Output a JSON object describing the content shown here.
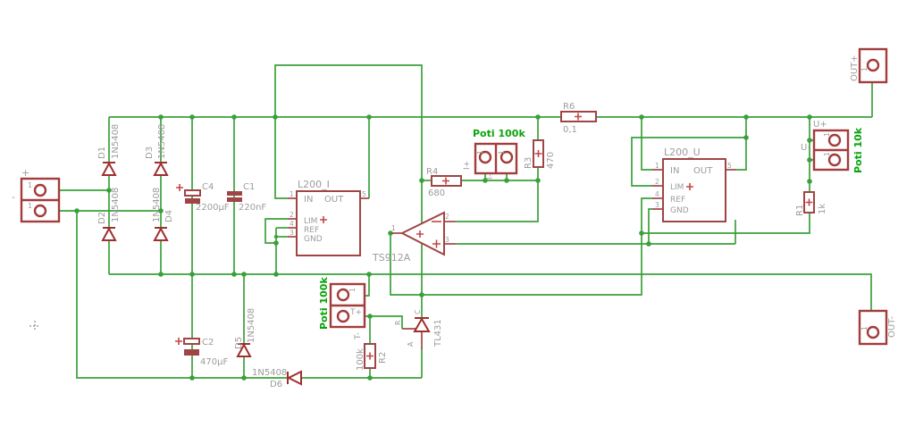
{
  "labels": {
    "in_plus": "+",
    "in_minus": "-",
    "n1": "1",
    "n2": "2",
    "n3": "3",
    "n4": "4",
    "n5": "5",
    "d1": "D1",
    "d2": "D2",
    "d3": "D3",
    "d4": "D4",
    "d5": "D5",
    "d6": "D6",
    "diode_value": "1N5408",
    "c1": "C1",
    "c1_value": "220nF",
    "c2": "C2",
    "c2_value": "470µF",
    "c4": "C4",
    "c4_value": "2200µF",
    "r1": "R1",
    "r1_value": "1k",
    "r2": "R2",
    "r2_value": "100k",
    "r3": "R3",
    "r3_value": "470",
    "r4": "R4",
    "r4_value": "680",
    "r6": "R6",
    "r6_value": "0,1",
    "ic_current": "L200_I",
    "ic_voltage": "L200_U",
    "pin_in": "IN",
    "pin_out": "OUT",
    "pin_lim": "LIM",
    "pin_ref": "REF",
    "pin_gnd": "GND",
    "opamp": "TS912A",
    "tl431": "TL431",
    "tl431_a": "A",
    "tl431_c": "C",
    "tl431_r": "R",
    "poti_current": "Poti 100k",
    "poti_temp": "Poti 100k",
    "poti_voltage": "Poti 10k",
    "i_plus": "I+",
    "i_minus": "I-",
    "t_plus": "T+",
    "t_minus": "T-",
    "u_plus": "U+",
    "u_minus": "U-",
    "out_plus": "OUT+",
    "out_minus": "OUT-"
  },
  "colors": {
    "wire": "#3aa13a",
    "component": "#a04545",
    "label_gray": "#9c9c9c",
    "label_green": "#0aa30a",
    "background": "#ffffff"
  }
}
